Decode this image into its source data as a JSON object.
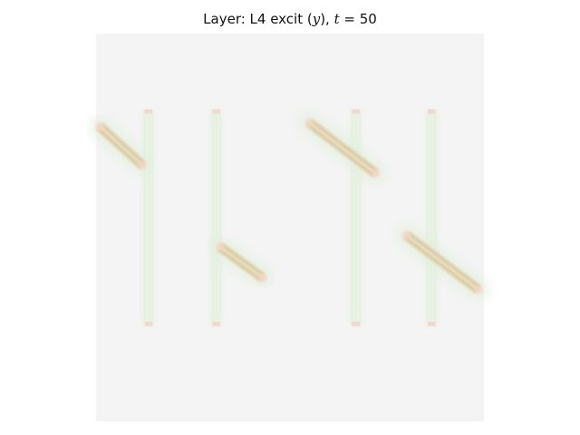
{
  "chart_data": {
    "type": "heatmap",
    "title": {
      "prefix": "Layer: L4 excit (",
      "var": "y",
      "mid": "), ",
      "tvar": "t",
      "suffix": " = 50"
    },
    "xlabel": "",
    "ylabel": "",
    "grid": false,
    "axes_visible": false,
    "colormap": "diverging-pink-green",
    "colors": {
      "background": "#f4f4f4",
      "positive_green": "#e2f0dd",
      "tan": "#dccfa8",
      "pink": "#f6d2c4"
    },
    "features": [
      {
        "kind": "vertical-bar",
        "x": [
          0.13,
          0.14
        ],
        "y": [
          0.2,
          0.75
        ]
      },
      {
        "kind": "diagonal-stroke",
        "from": [
          0.01,
          0.24
        ],
        "to": [
          0.12,
          0.34
        ]
      },
      {
        "kind": "vertical-bar",
        "x": [
          0.305,
          0.315
        ],
        "y": [
          0.2,
          0.75
        ]
      },
      {
        "kind": "diagonal-stroke",
        "from": [
          0.32,
          0.55
        ],
        "to": [
          0.43,
          0.63
        ]
      },
      {
        "kind": "vertical-bar",
        "x": [
          0.665,
          0.675
        ],
        "y": [
          0.2,
          0.75
        ]
      },
      {
        "kind": "diagonal-stroke",
        "from": [
          0.55,
          0.23
        ],
        "to": [
          0.72,
          0.36
        ]
      },
      {
        "kind": "vertical-bar",
        "x": [
          0.86,
          0.87
        ],
        "y": [
          0.2,
          0.75
        ]
      },
      {
        "kind": "diagonal-stroke",
        "from": [
          0.8,
          0.52
        ],
        "to": [
          0.985,
          0.66
        ]
      }
    ]
  }
}
